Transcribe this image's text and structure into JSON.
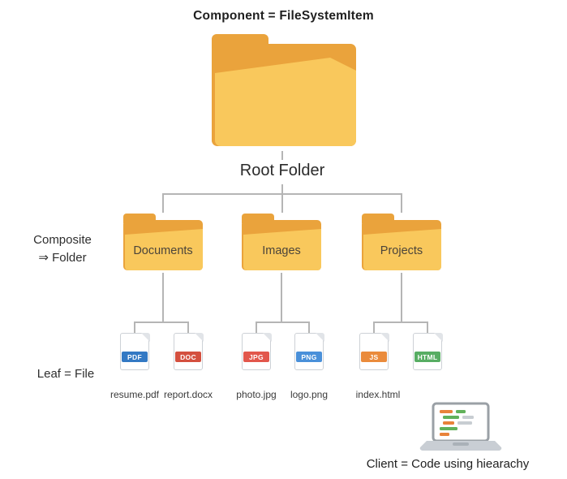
{
  "title": "Component = FileSystemItem",
  "root_folder": {
    "label": "Root Folder"
  },
  "labels": {
    "composite_line1": "Composite",
    "composite_line2": "⇒ Folder",
    "leaf": "Leaf = File",
    "client": "Client = Code using hiearachy"
  },
  "folders": [
    {
      "label": "Documents"
    },
    {
      "label": "Images"
    },
    {
      "label": "Projects"
    }
  ],
  "files": [
    {
      "badge": "PDF",
      "caption": "resume.pdf",
      "color": "#3379c4"
    },
    {
      "badge": "DOC",
      "caption": "report.docx",
      "color": "#d4503f"
    },
    {
      "badge": "JPG",
      "caption": "photo.jpg",
      "color": "#e2574c"
    },
    {
      "badge": "PNG",
      "caption": "logo.png",
      "color": "#4a90d9"
    },
    {
      "badge": "JS",
      "caption": "index.html",
      "color": "#ea8b3c"
    },
    {
      "badge": "HTML",
      "caption": "",
      "color": "#57ad63"
    }
  ],
  "icons": [
    "root-folder-icon",
    "documents-folder-icon",
    "images-folder-icon",
    "projects-folder-icon",
    "file-pdf-icon",
    "file-doc-icon",
    "file-jpg-icon",
    "file-png-icon",
    "file-js-icon",
    "file-html-icon",
    "laptop-icon"
  ],
  "colors": {
    "folder_front": "#f9c85c",
    "folder_back": "#eaa33c",
    "folder_fold": "#edb44a",
    "line": "#b5b5b5"
  }
}
